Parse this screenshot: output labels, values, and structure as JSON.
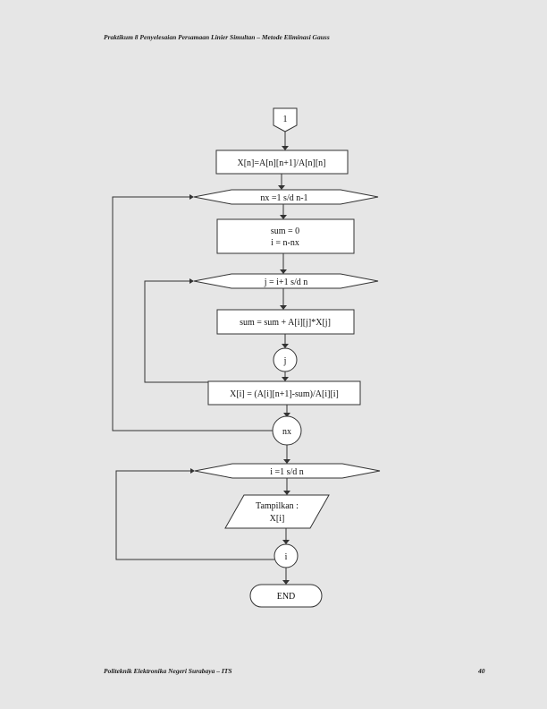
{
  "header": {
    "text": "Praktikum 8 Penyelesaian Persamaan Linier Simultan – Metode Eliminasi Gauss"
  },
  "footer": {
    "left": "Politeknik Elektronika Negeri Surabaya – ITS",
    "page_number": "40"
  },
  "flowchart": {
    "connector_in": "1",
    "process_xn": "X[n]=A[n][n+1]/A[n][n]",
    "loop_nx": "nx =1 s/d n-1",
    "init_sum": "sum = 0",
    "init_i": "i = n-nx",
    "loop_j": "j = i+1 s/d n",
    "accumulate": "sum = sum + A[i][j]*X[j]",
    "connector_j": "j",
    "compute_xi": "X[i] = (A[i][n+1]-sum)/A[i][i]",
    "connector_nx": "nx",
    "loop_i": "i =1 s/d n",
    "output_label": "Tampilkan :",
    "output_value": "X[i]",
    "connector_i": "i",
    "end": "END"
  }
}
